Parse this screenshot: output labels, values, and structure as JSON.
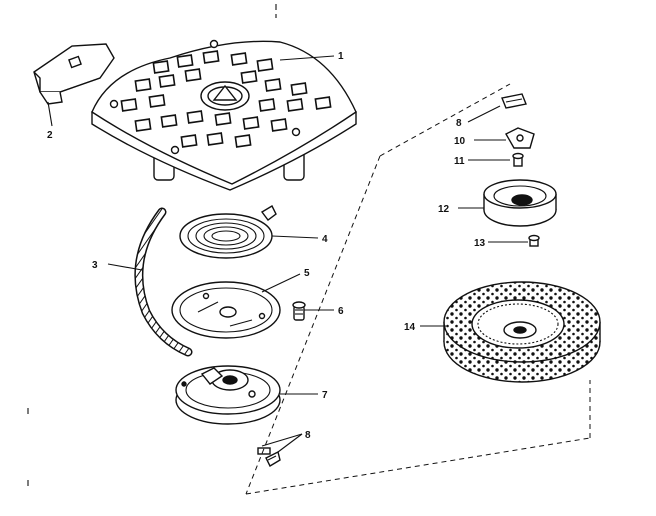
{
  "labels": {
    "p1": "1",
    "p2": "2",
    "p3": "3",
    "p4": "4",
    "p5": "5",
    "p6": "6",
    "p7": "7",
    "p8a": "8",
    "p8b": "8",
    "p10": "10",
    "p11": "11",
    "p12": "12",
    "p13": "13",
    "p14": "14"
  }
}
